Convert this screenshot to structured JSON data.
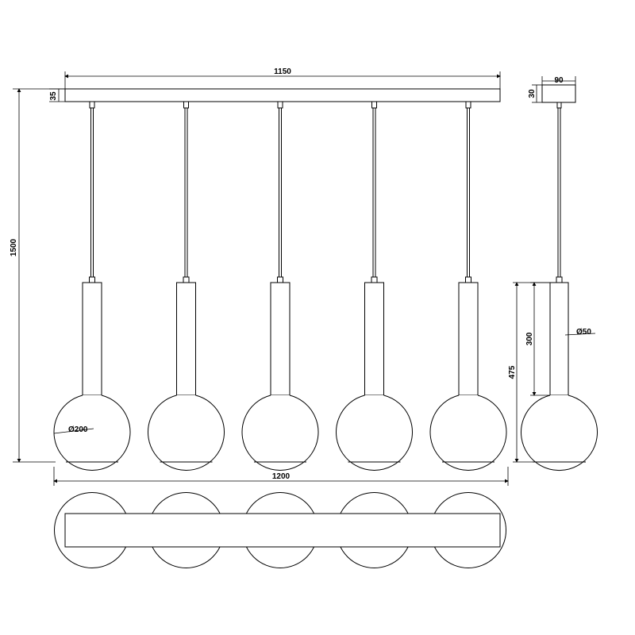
{
  "dimensions": {
    "canopy_length": "1150",
    "canopy_height": "35",
    "overall_height": "1500",
    "globe_diameter": "Ø200",
    "overall_width": "1200",
    "side_canopy_width": "90",
    "side_canopy_height": "30",
    "tube_diameter": "Ø50",
    "tube_length": "300",
    "shade_height": "475"
  },
  "pendant_count": 5
}
